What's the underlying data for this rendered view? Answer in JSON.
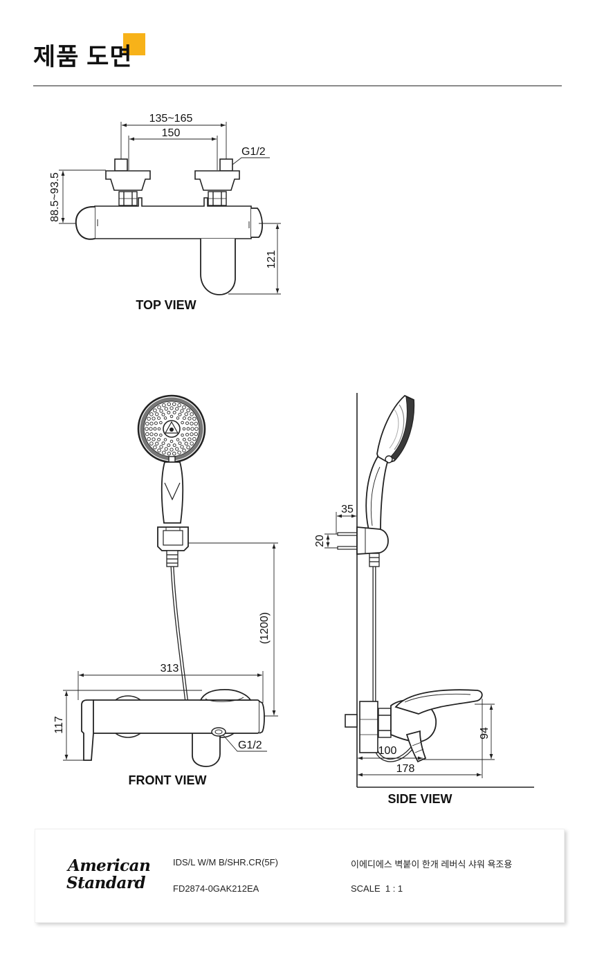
{
  "page": {
    "title": "제품 도면",
    "accent_color": "#F7B219"
  },
  "top_view": {
    "label": "TOP VIEW",
    "dim_outer": "135~165",
    "dim_inner": "150",
    "thread": "G1/2",
    "dim_height": "88.5~93.5",
    "dim_depth": "121"
  },
  "front_view": {
    "label": "FRONT VIEW",
    "dim_hose": "(1200)",
    "dim_width": "313",
    "dim_height": "117",
    "thread": "G1/2"
  },
  "side_view": {
    "label": "SIDE VIEW",
    "dim_holder_depth": "35",
    "dim_holder_height": "20",
    "dim_lever_height": "94",
    "dim_spout": "100",
    "dim_lever": "178"
  },
  "footer": {
    "brand_line1": "American",
    "brand_line2": "Standard",
    "model_code": "IDS/L W/M B/SHR.CR(5F)",
    "product_code": "FD2874-0GAK212EA",
    "product_name": "이에디에스 벽붙이 한개 레버식 샤워 욕조용",
    "scale": "SCALE  1 : 1"
  }
}
